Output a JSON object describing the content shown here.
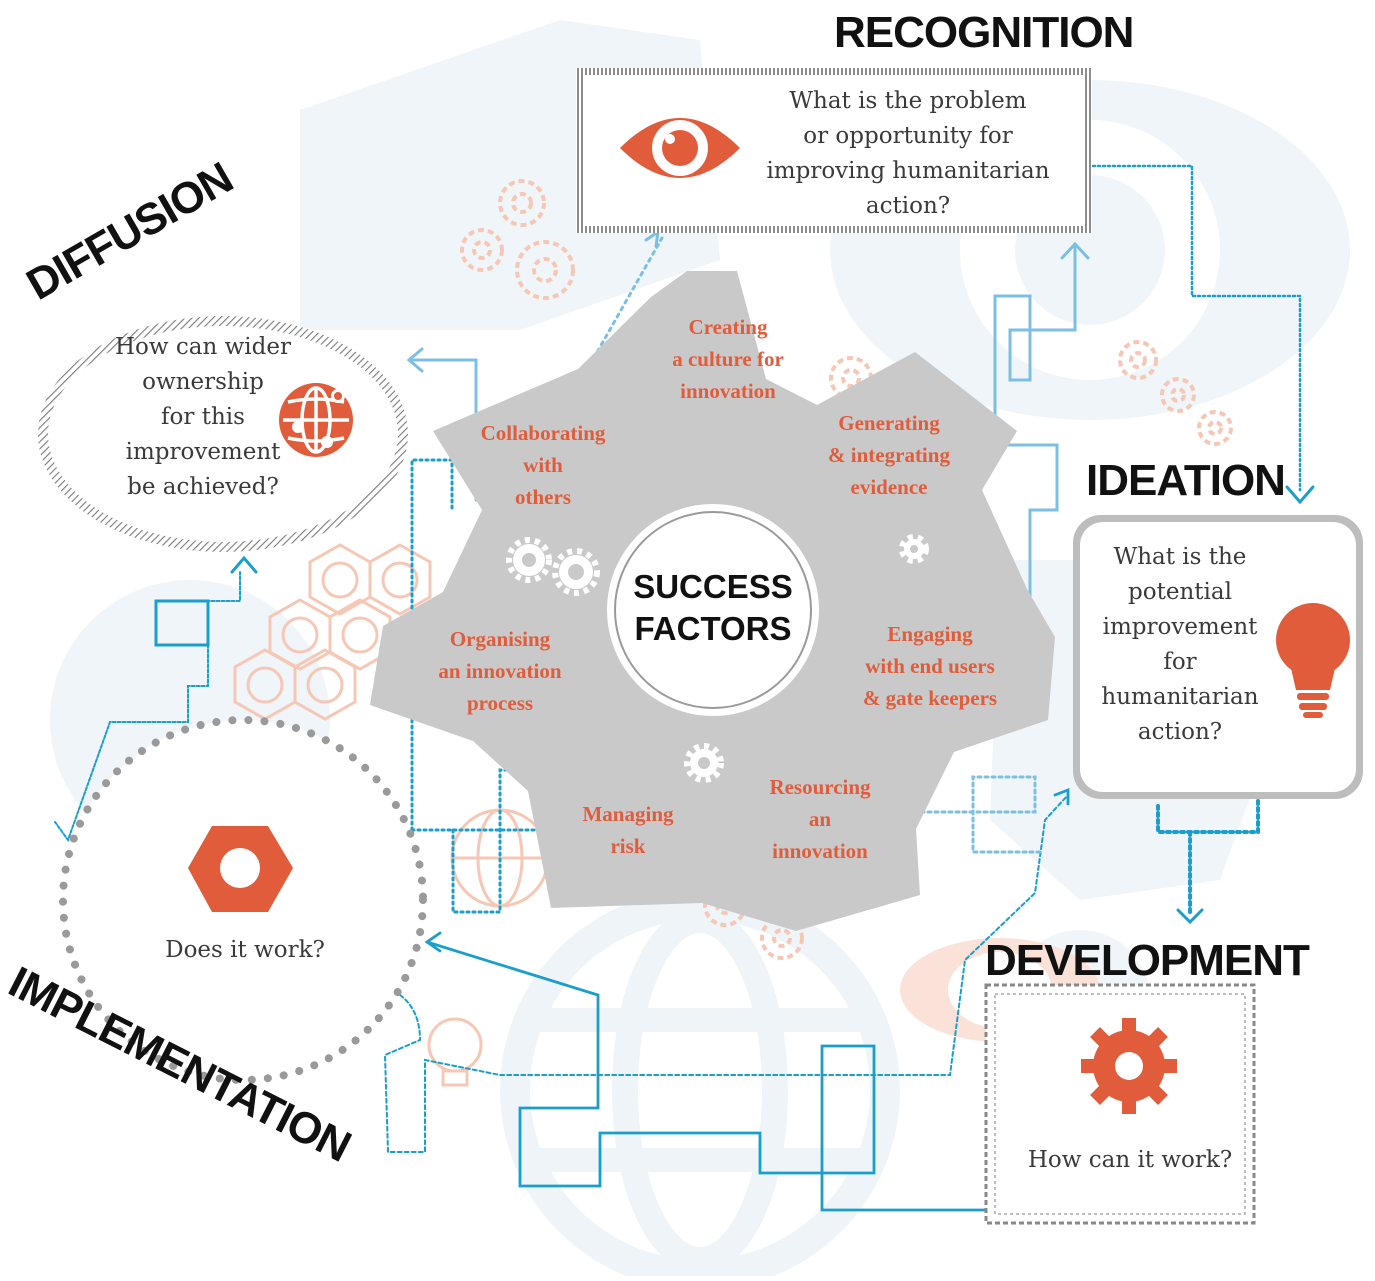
{
  "stages": {
    "recognition": {
      "title": "RECOGNITION",
      "question": "What is the problem\nor opportunity for\nimproving humanitarian\naction?",
      "icon": "eye-icon"
    },
    "ideation": {
      "title": "IDEATION",
      "question": "What is the\npotential\nimprovement\nfor\nhumanitarian\naction?",
      "icon": "lightbulb-icon"
    },
    "development": {
      "title": "DEVELOPMENT",
      "question": "How can it work?",
      "icon": "gear-icon"
    },
    "implementation": {
      "title": "IMPLEMENTATION",
      "question": "Does it work?",
      "icon": "hex-nut-icon"
    },
    "diffusion": {
      "title": "DIFFUSION",
      "question": "How can wider\nownership\nfor this\nimprovement\nbe achieved?",
      "icon": "globe-icon"
    }
  },
  "center": {
    "line1": "SUCCESS",
    "line2": "FACTORS"
  },
  "factors": [
    "Creating\na culture for\ninnovation",
    "Generating\n& integrating\nevidence",
    "Engaging\nwith end users\n& gate keepers",
    "Resourcing\nan\ninnovation",
    "Managing\nrisk",
    "Organising\nan innovation\nprocess",
    "Collaborating\nwith\nothers"
  ],
  "colors": {
    "accent": "#e15c3a",
    "connector_blue": "#1a9ecb",
    "faint_blue": "#eef4f8",
    "gear_grey": "#c6c6c6",
    "dark_text": "#111111"
  }
}
